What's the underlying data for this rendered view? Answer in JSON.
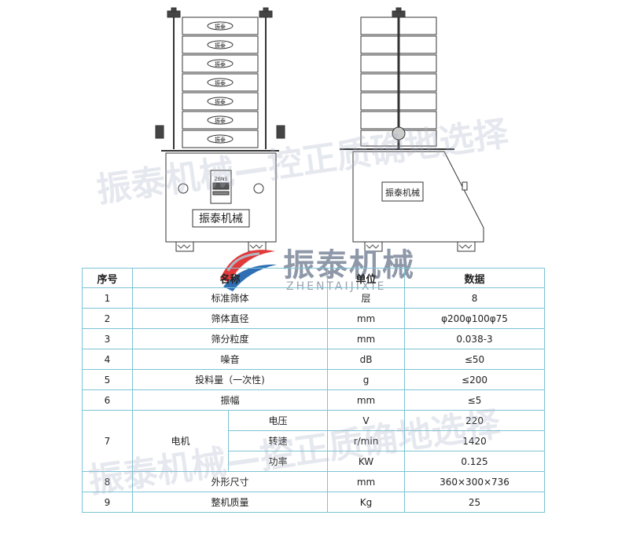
{
  "diagram_labels": {
    "badge": "振泰机械",
    "plate": "振泰机械",
    "tray_label": "振泰",
    "control_text": "ZBNS"
  },
  "watermark": {
    "line1": "振泰机械—控正质确地选择",
    "line2": "振泰机械—控正质确地选择"
  },
  "brand": {
    "name": "振泰机械",
    "pinyin": "ZHENTAIJIXIE",
    "colors": {
      "swoosh_red": "#e23a3a",
      "swoosh_blue": "#2f6fb5",
      "text_gray": "#8e98a8"
    }
  },
  "table": {
    "headers": {
      "no": "序号",
      "name": "名称",
      "unit": "单位",
      "value": "数据"
    },
    "rows": [
      {
        "no": "1",
        "name": "标准筛体",
        "unit": "层",
        "value": "8"
      },
      {
        "no": "2",
        "name": "筛体直径",
        "unit": "mm",
        "value": "φ200φ100φ75"
      },
      {
        "no": "3",
        "name": "筛分粒度",
        "unit": "mm",
        "value": "0.038-3"
      },
      {
        "no": "4",
        "name": "噪音",
        "unit": "dB",
        "value": "≤50"
      },
      {
        "no": "5",
        "name": "投料量（一次性)",
        "unit": "g",
        "value": "≤200"
      },
      {
        "no": "6",
        "name": "振幅",
        "unit": "mm",
        "value": "≤5"
      }
    ],
    "motor": {
      "no": "7",
      "name": "电机",
      "subrows": [
        {
          "name": "电压",
          "unit": "V",
          "value": "220"
        },
        {
          "name": "转速",
          "unit": "r/min",
          "value": "1420"
        },
        {
          "name": "功率",
          "unit": "KW",
          "value": "0.125"
        }
      ]
    },
    "rows2": [
      {
        "no": "8",
        "name": "外形尺寸",
        "unit": "mm",
        "value": "360×300×736"
      },
      {
        "no": "9",
        "name": "整机质量",
        "unit": "Kg",
        "value": "25"
      }
    ]
  }
}
